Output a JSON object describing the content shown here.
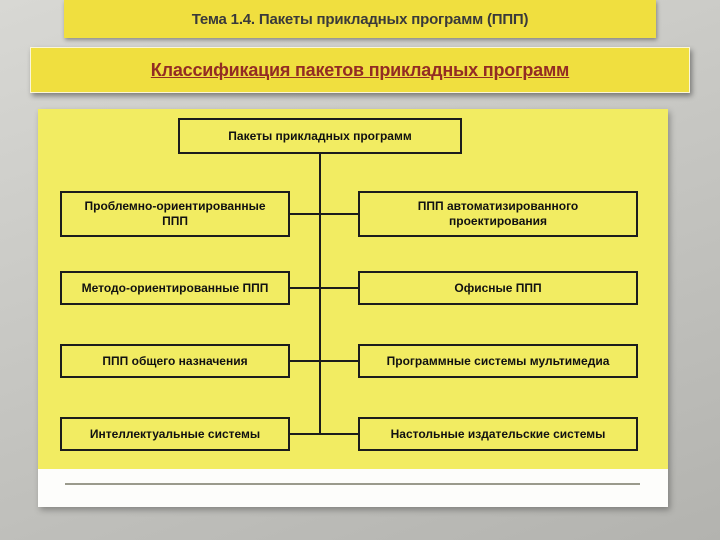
{
  "slide": {
    "title": "Тема 1.4. Пакеты прикладных программ (ППП)",
    "subtitle": "Классификация пакетов прикладных программ"
  },
  "diagram": {
    "root": "Пакеты прикладных программ",
    "left": [
      "Проблемно-ориентированные ППП",
      "Методо-ориентированные ППП",
      "ППП общего назначения",
      "Интеллектуальные системы"
    ],
    "right": [
      "ППП автоматизированного проектирования",
      "Офисные ППП",
      "Программные системы мультимедиа",
      "Настольные издательские системы"
    ]
  },
  "colors": {
    "banner_yellow": "#f0df3f",
    "panel_yellow": "#f2ec62",
    "subtitle_red": "#932c23",
    "background_gray": "#c7c7c3",
    "box_border": "#1c1c1c"
  }
}
